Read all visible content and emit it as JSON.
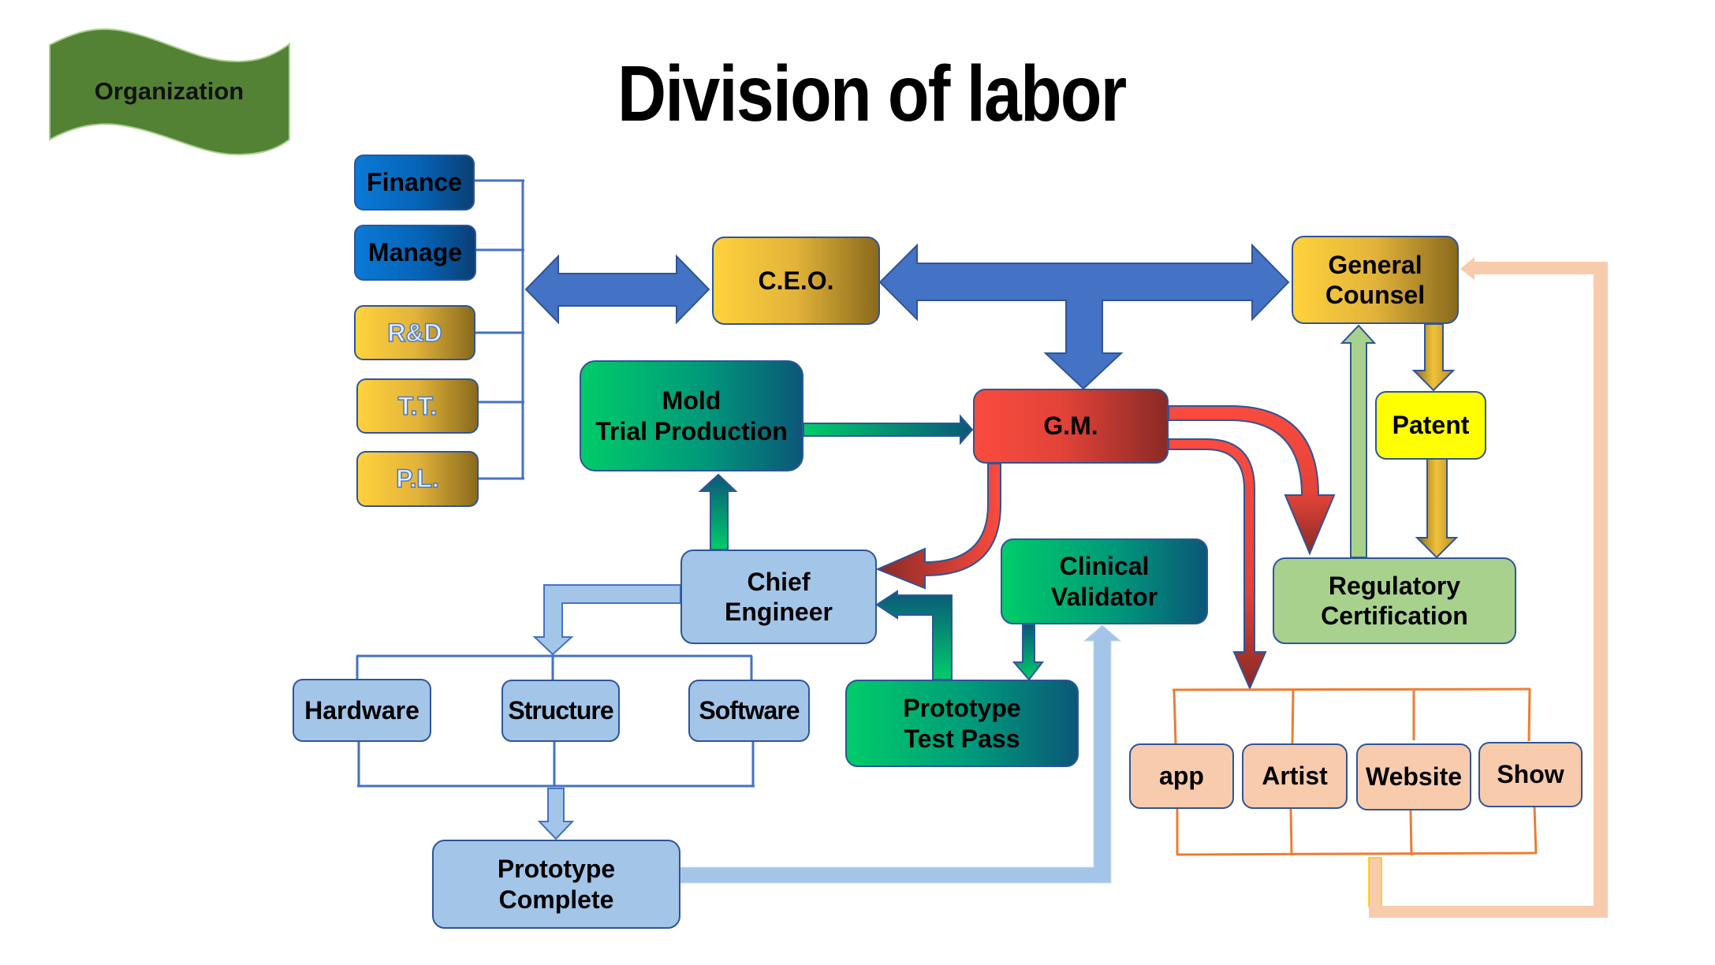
{
  "title": "Division of labor",
  "banner": {
    "label": "Organization",
    "color": "#548235"
  },
  "departments": [
    {
      "id": "finance",
      "label": "Finance",
      "style": "blue"
    },
    {
      "id": "manage",
      "label": "Manage",
      "style": "blue"
    },
    {
      "id": "rnd",
      "label": "R&D",
      "style": "gold"
    },
    {
      "id": "tt",
      "label": "T.T.",
      "style": "gold"
    },
    {
      "id": "pl",
      "label": "P.L.",
      "style": "gold"
    }
  ],
  "nodes": {
    "ceo": "C.E.O.",
    "general_counsel": "General\nCounsel",
    "patent": "Patent",
    "gm": "G.M.",
    "mold": "Mold\nTrial Production",
    "chief_engineer": "Chief\nEngineer",
    "clinical_validator": "Clinical\nValidator",
    "regulatory_certification": "Regulatory\nCertification",
    "hardware": "Hardware",
    "structure": "Structure",
    "software": "Software",
    "prototype_test_pass": "Prototype\nTest Pass",
    "prototype_complete": "Prototype\nComplete",
    "app": "app",
    "artist": "Artist",
    "website": "Website",
    "show": "Show"
  },
  "colors": {
    "arrow_blue": "#4472c4",
    "connector_blue": "#4472c4",
    "connector_orange": "#ed7d31",
    "peach": "#f8cbad",
    "light_blue": "#9dc3e6",
    "outline": "#2f5597"
  }
}
